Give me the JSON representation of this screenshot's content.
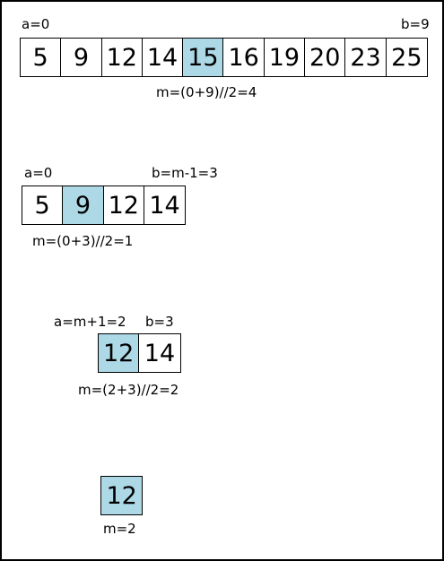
{
  "highlight_color": "#add8e6",
  "steps": [
    {
      "cells": [
        "5",
        "9",
        "12",
        "14",
        "15",
        "16",
        "19",
        "20",
        "23",
        "25"
      ],
      "highlight": 4,
      "left_label": "a=0",
      "right_label": "b=9",
      "mid_label": "m=(0+9)//2=4"
    },
    {
      "cells": [
        "5",
        "9",
        "12",
        "14"
      ],
      "highlight": 1,
      "left_label": "a=0",
      "right_label": "b=m-1=3",
      "mid_label": "m=(0+3)//2=1"
    },
    {
      "cells": [
        "12",
        "14"
      ],
      "highlight": 0,
      "left_label": "a=m+1=2",
      "right_label": "b=3",
      "mid_label": "m=(2+3)//2=2"
    },
    {
      "cells": [
        "12"
      ],
      "highlight": 0,
      "mid_label": "m=2"
    }
  ]
}
